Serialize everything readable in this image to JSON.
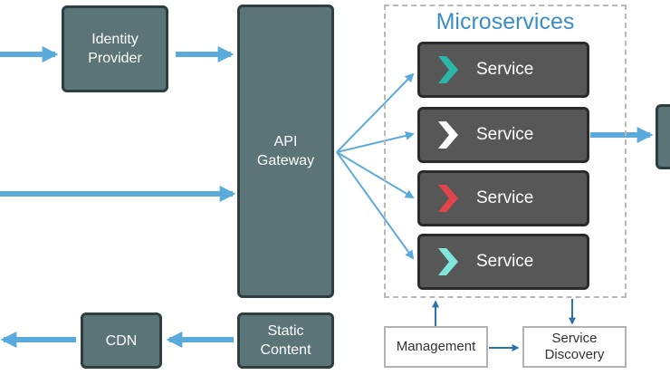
{
  "colors": {
    "arrow_light": "#5aaadc",
    "arrow_dark": "#2a72b2",
    "title": "#3a8dc5",
    "teal_box": "#5b7478",
    "service_box": "#575757"
  },
  "nodes": {
    "identity_provider": "Identity\nProvider",
    "api_gateway": "API\nGateway",
    "static_content": "Static\nContent",
    "cdn": "CDN",
    "management": "Management",
    "service_discovery": "Service\nDiscovery"
  },
  "microservices": {
    "title": "Microservices",
    "services": [
      {
        "label": "Service",
        "chevron_color": "#2bb6ac",
        "icon": "chevron-right-icon"
      },
      {
        "label": "Service",
        "chevron_color": "#ffffff",
        "icon": "chevron-right-icon"
      },
      {
        "label": "Service",
        "chevron_color": "#e0454b",
        "icon": "chevron-right-icon"
      },
      {
        "label": "Service",
        "chevron_color": "#7fe6dc",
        "icon": "chevron-right-icon"
      }
    ]
  }
}
